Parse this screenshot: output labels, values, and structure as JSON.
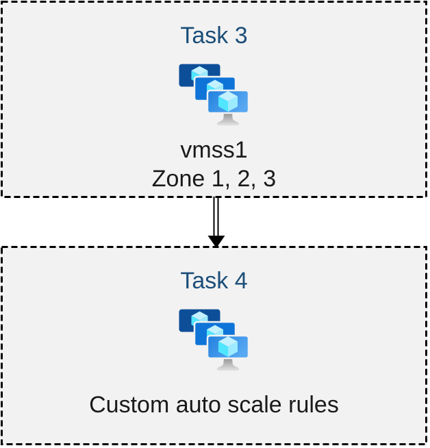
{
  "diagram": {
    "boxes": [
      {
        "title": "Task 3",
        "icon": "vm-scale-set-icon",
        "lines": [
          "vmss1",
          "Zone 1, 2, 3"
        ]
      },
      {
        "title": "Task 4",
        "icon": "vm-scale-set-icon",
        "lines": [
          "Custom auto scale rules"
        ]
      }
    ],
    "connector": {
      "icon": "double-line-arrow-down-icon",
      "direction": "down"
    },
    "colors": {
      "box_background": "#F2F2F2",
      "box_border": "#000000",
      "title_text": "#1C4E79",
      "body_text": "#1A1A1A",
      "monitor_back": "#0D4E98",
      "monitor_middle": "#0F74D8",
      "monitor_front_start": "#2180DD",
      "monitor_front_end": "#58A8F2",
      "cube_top": "#C3F1FF",
      "cube_left": "#50E6FF",
      "cube_right": "#9CEBFF",
      "stand_dark": "#909090",
      "stand_light": "#E3E3E3"
    }
  }
}
